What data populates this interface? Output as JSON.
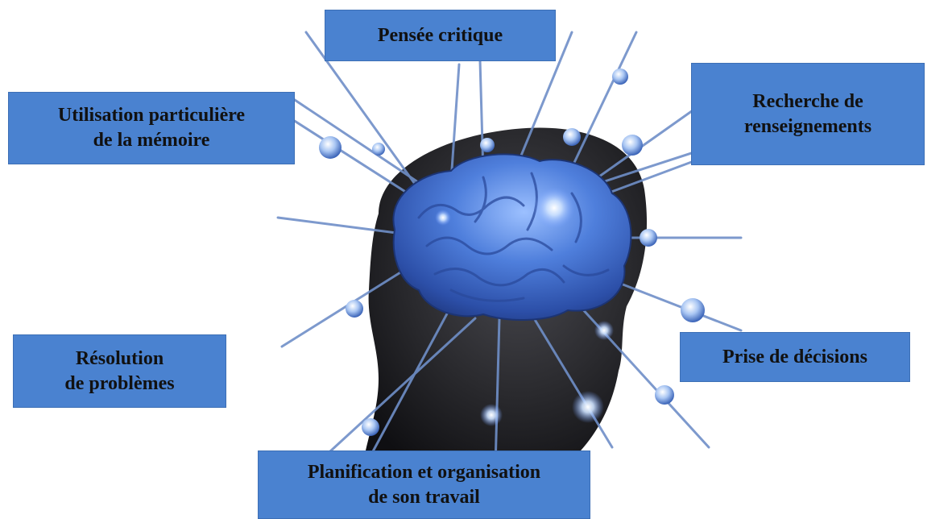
{
  "diagram": {
    "labels": {
      "critical_thinking": "Pensée critique",
      "information_research": "Recherche de\nrenseignements",
      "memory_use": "Utilisation particulière\nde la mémoire",
      "problem_solving": "Résolution\nde problèmes",
      "decision_making": "Prise de décisions",
      "work_planning": "Planification et organisation\nde son travail"
    },
    "colors": {
      "box_fill": "#4a82d0",
      "box_text": "#111111",
      "brain": "#3a66c4",
      "neuron_glow": "#cfe3ff",
      "head": "#2b2b2e"
    },
    "image_subject": "brain-in-head-with-neurons"
  }
}
